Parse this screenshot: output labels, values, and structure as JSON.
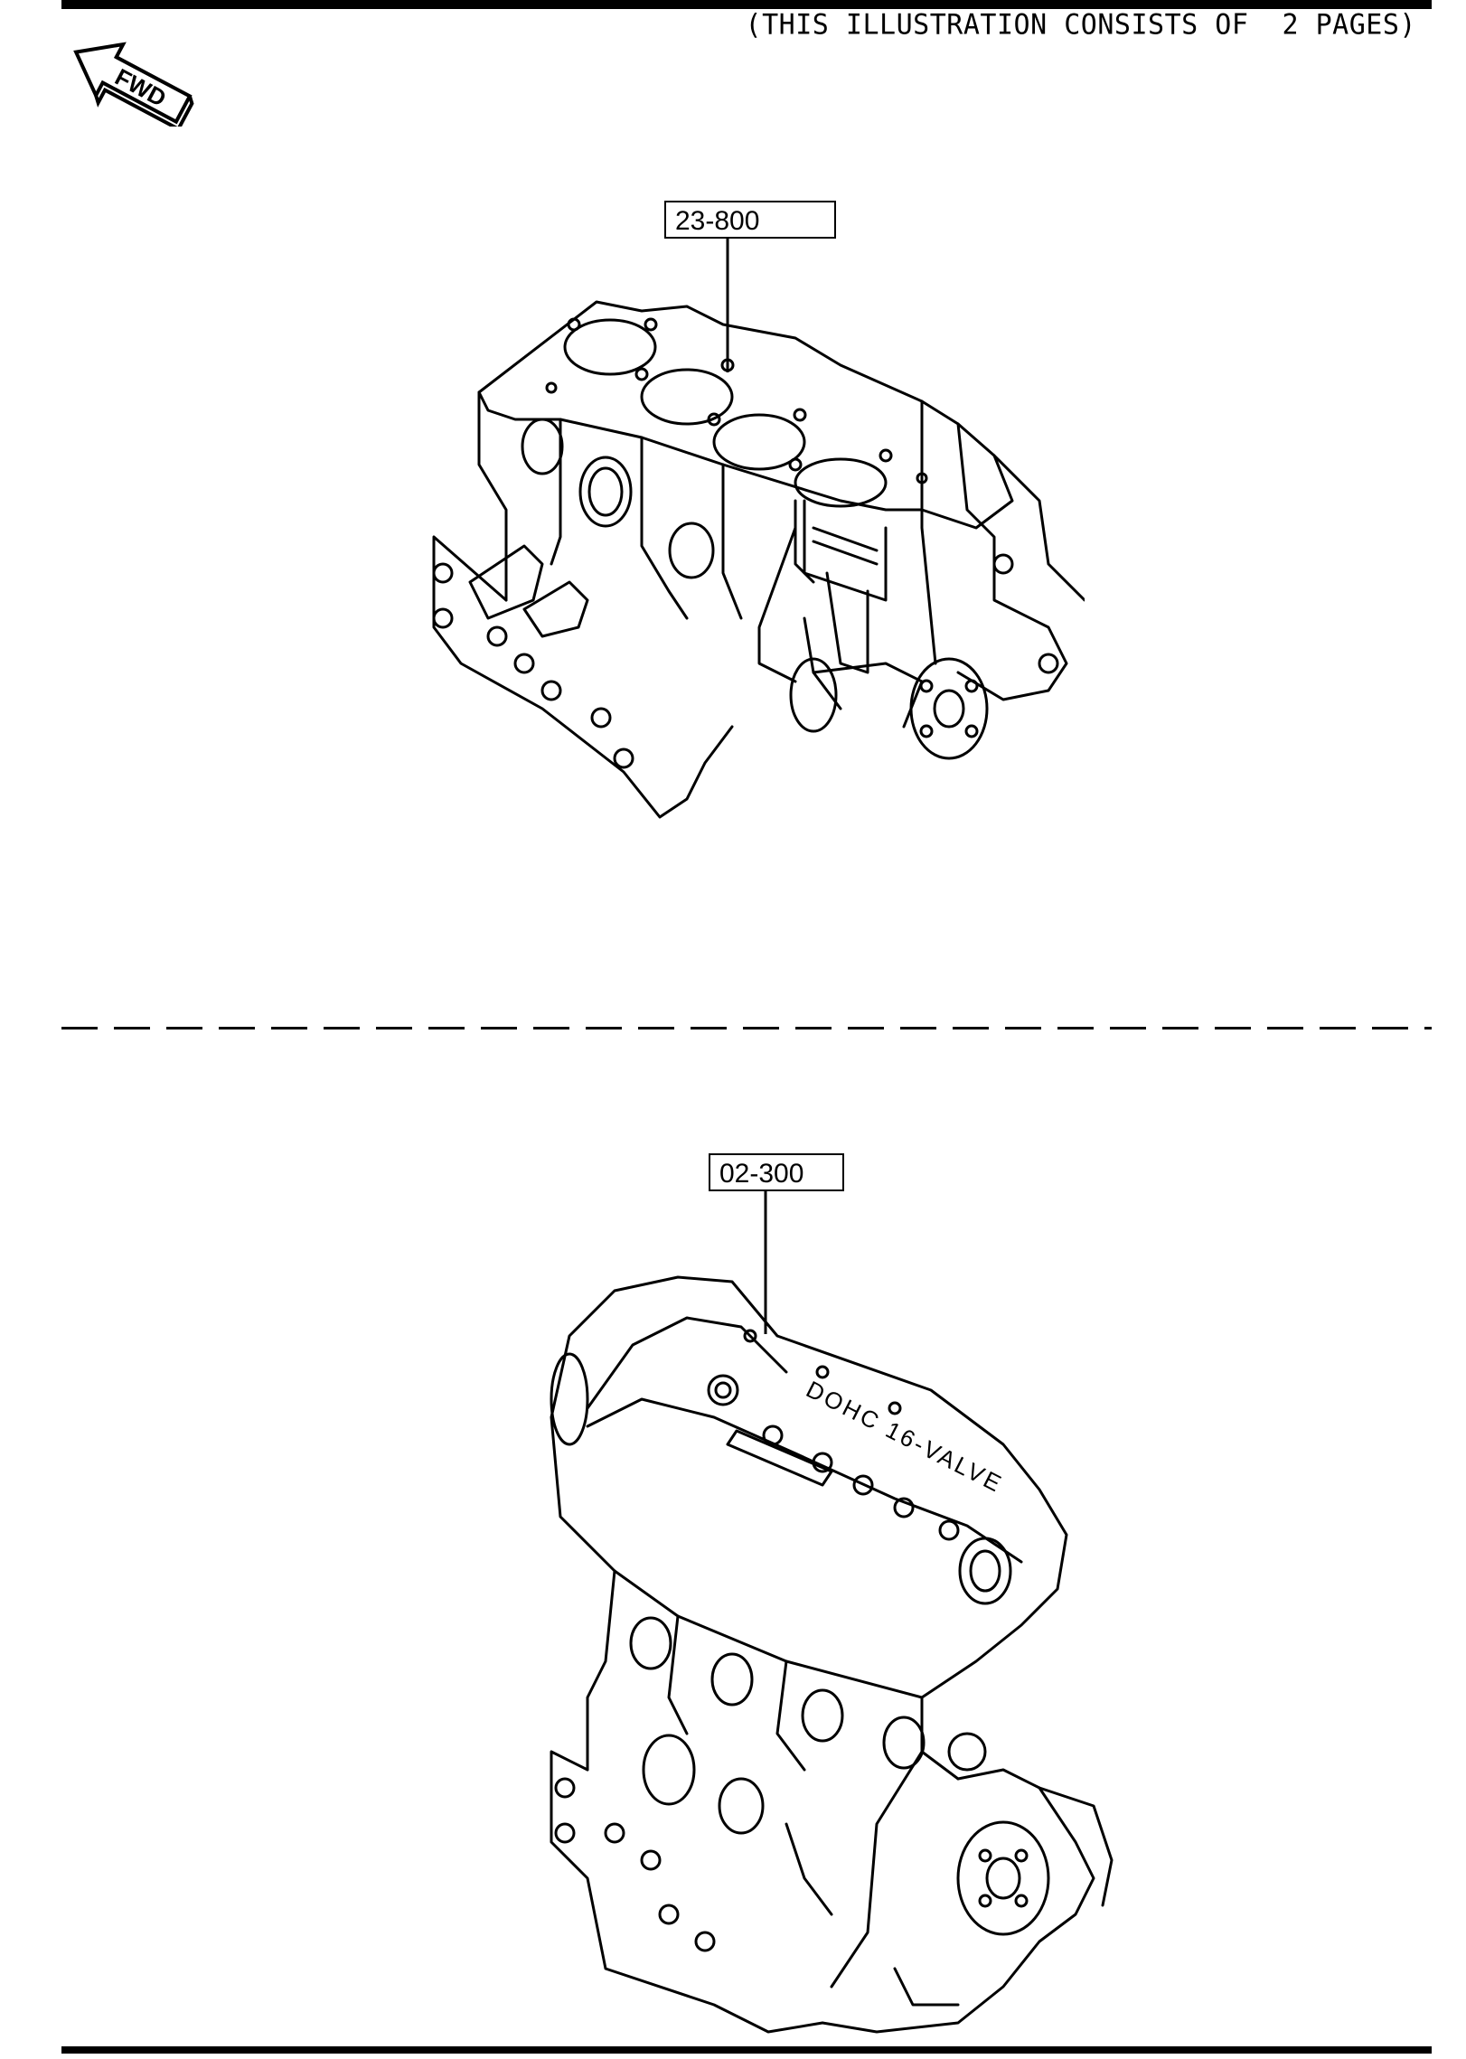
{
  "header": {
    "note": "(THIS ILLUSTRATION CONSISTS OF  2 PAGES)"
  },
  "direction_marker": {
    "label": "FWD",
    "icon": "forward-arrow-icon"
  },
  "callouts": [
    {
      "ref": "23-800"
    },
    {
      "ref": "02-300"
    }
  ],
  "engine_cover_text": "DOHC 16-VALVE"
}
